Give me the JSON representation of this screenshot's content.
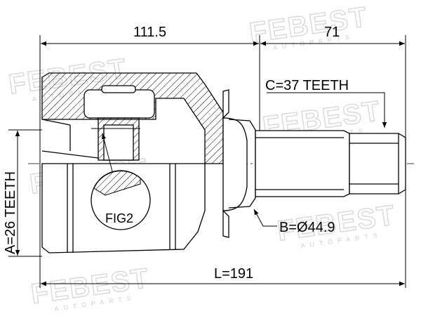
{
  "watermark": {
    "brand": "FEBEST",
    "sub": "AUTOPARTS"
  },
  "dimensions": {
    "housing_length": "111.5",
    "shaft_length": "71",
    "overall_length": "L=191",
    "outer_teeth": "C=37 TEETH",
    "inner_teeth": "A=26 TEETH",
    "seal_diameter": "B=Ø44.9"
  },
  "callout": {
    "figure_label": "FIG2"
  }
}
